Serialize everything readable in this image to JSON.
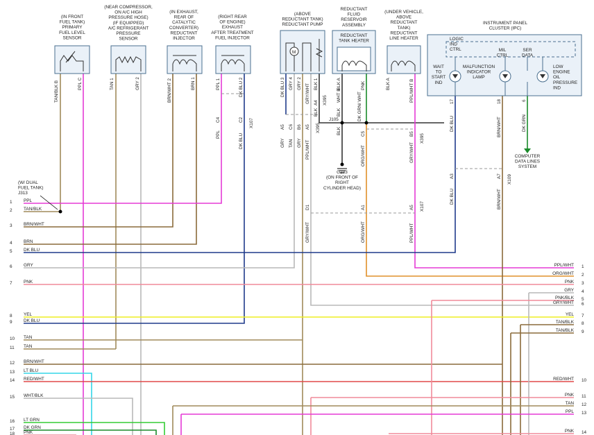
{
  "components": {
    "fuel_level_sensor": [
      "(IN FRONT",
      "FUEL TANK)",
      "PRIMARY",
      "FUEL LEVEL",
      "SENSOR"
    ],
    "ac_pressure_sensor": [
      "(NEAR COMPRESSOR,",
      "ON A/C HIGH",
      "PRESSURE HOSE)",
      "(IF EQUIPPED)",
      "A/C REFRIGERANT",
      "PRESSURE",
      "SENSOR"
    ],
    "reductant_injector": [
      "(IN EXHAUST,",
      "REAR OF",
      "CATALYTIC",
      "CONVERTER)",
      "REDUCTANT",
      "INJECTOR"
    ],
    "exhaust_injector": [
      "(RIGHT REAR",
      "OF ENGINE)",
      "EXHAUST",
      "AFTER TREATMENT",
      "FUEL INJECTOR"
    ],
    "reductant_pump": [
      "(ABOVE",
      "REDUCTANT TANK)",
      "REDUCTANT PUMP"
    ],
    "reservoir_assembly": [
      "REDUCTANT",
      "FLUID",
      "RESERVOIR",
      "ASSEMBLY"
    ],
    "tank_heater": [
      "REDUCTANT",
      "TANK HEATER"
    ],
    "line_heater": [
      "(UNDER VEHICLE,",
      "ABOVE",
      "REDUCTANT",
      "TANK)",
      "REDUCTANT",
      "LINE HEATER"
    ],
    "ipc": [
      "INSTRUMENT PANEL",
      "CLUSTER (IPC)"
    ],
    "ipc_logic": [
      "LOGIC",
      "IND",
      "CTRL"
    ],
    "ipc_mil_ctrl": [
      "MIL",
      "CTRL"
    ],
    "ipc_ser_data": [
      "SER",
      "DATA"
    ],
    "ipc_wait": [
      "WAIT",
      "TO",
      "START",
      "IND"
    ],
    "ipc_mil": [
      "MALFUNCTION",
      "INDICATOR",
      "LAMP"
    ],
    "ipc_oil": [
      "LOW",
      "ENGINE",
      "OIL",
      "PRESSURE",
      "IND"
    ],
    "computer_data": [
      "COMPUTER",
      "DATA LINES",
      "SYSTEM"
    ],
    "ground": [
      "G103",
      "(ON FRONT OF",
      "RIGHT",
      "CYLINDER HEAD)"
    ],
    "dual_tank": [
      "(W/ DUAL",
      "FUEL TANK)",
      "J313"
    ],
    "splice_j105": "J105"
  },
  "pin_labels": {
    "fuel_b": "TAN/BLK  B",
    "fuel_c": "PPL  C",
    "ac_1": "TAN  1",
    "ac_2": "GRY  2",
    "inj_2": "BRN/WHT  2",
    "inj_1": "BRN  1",
    "ex_1": "PPL  1",
    "ex_2": "DK BLU  2",
    "pump_3": "DK BLU  3",
    "pump_4": "GRY  4",
    "pump_2": "GRY  2",
    "pump_1": "BLK  1",
    "res_a": "BLK  A",
    "res_b": "WHT  B",
    "res_pnk": "PNK",
    "line_a": "BLK  A",
    "line_b": "PPL/WHT  B",
    "ipc_17": "17",
    "ipc_18": "18",
    "ipc_6": "6"
  },
  "wire_labels": {
    "ppl": "PPL",
    "dkblu": "DK BLU",
    "gry": "GRY",
    "tan": "TAN",
    "blk": "BLK",
    "ppl_wht": "PPL/WHT",
    "gry_wht": "GRY/WHT",
    "dkgrn_wht": "DK GRN/ WHT",
    "org_wht": "ORG/WHT",
    "brn_wht": "BRN/WHT",
    "dkgrn": "DK GRN"
  },
  "connectors": {
    "c4": "C4",
    "c2": "C2",
    "x107": "X107",
    "a5": "A5",
    "c6": "C6",
    "b6": "B6",
    "a4": "A4",
    "x395": "X395",
    "c5": "C5",
    "b5": "B5",
    "d1": "D1",
    "a1": "A1",
    "a3": "A3",
    "a7": "A7",
    "x109": "X109"
  },
  "left_rows": [
    {
      "n": "1",
      "label": "PPL"
    },
    {
      "n": "2",
      "label": "TAN/BLK"
    },
    {
      "n": "3",
      "label": "BRN/WHT"
    },
    {
      "n": "4",
      "label": "BRN"
    },
    {
      "n": "5",
      "label": "DK BLU"
    },
    {
      "n": "6",
      "label": "GRY"
    },
    {
      "n": "7",
      "label": "PNK"
    },
    {
      "n": "8",
      "label": "YEL"
    },
    {
      "n": "9",
      "label": "DK BLU"
    },
    {
      "n": "10",
      "label": "TAN"
    },
    {
      "n": "11",
      "label": "TAN"
    },
    {
      "n": "12",
      "label": "BRN/WHT"
    },
    {
      "n": "13",
      "label": "LT BLU"
    },
    {
      "n": "14",
      "label": "RED/WHT"
    },
    {
      "n": "15",
      "label": "WHT/BLK"
    },
    {
      "n": "16",
      "label": "LT GRN"
    },
    {
      "n": "17",
      "label": "DK GRN"
    },
    {
      "n": "18",
      "label": "PNK"
    }
  ],
  "right_rows": [
    {
      "n": "1",
      "label": "PPL/WHT"
    },
    {
      "n": "2",
      "label": "ORG/WHT"
    },
    {
      "n": "3",
      "label": "PNK"
    },
    {
      "n": "4",
      "label": "GRY"
    },
    {
      "n": "5",
      "label": "PNK/BLK"
    },
    {
      "n": "6",
      "label": "GRY/WHT"
    },
    {
      "n": "7",
      "label": "YEL"
    },
    {
      "n": "8",
      "label": "TAN/BLK"
    },
    {
      "n": "9",
      "label": "TAN/BLK"
    },
    {
      "n": "10",
      "label": "RED/WHT"
    },
    {
      "n": "11",
      "label": "PNK"
    },
    {
      "n": "12",
      "label": "TAN"
    },
    {
      "n": "13",
      "label": "PPL"
    },
    {
      "n": "14",
      "label": "PNK"
    }
  ],
  "colors": {
    "ppl": "#e53ad6",
    "tan": "#a08a5a",
    "brn": "#8a6a3a",
    "dkblu": "#1f3a8a",
    "gry": "#b8b8b8",
    "pnk": "#f08a9a",
    "yel": "#eeee22",
    "ltblu": "#33d6e8",
    "red": "#e04848",
    "ltgrn": "#33cc33",
    "dkgrn": "#1a8a2a",
    "org": "#e0902a",
    "blk": "#333333",
    "box": "#eaf1f8",
    "frame": "#4a6f8f"
  }
}
